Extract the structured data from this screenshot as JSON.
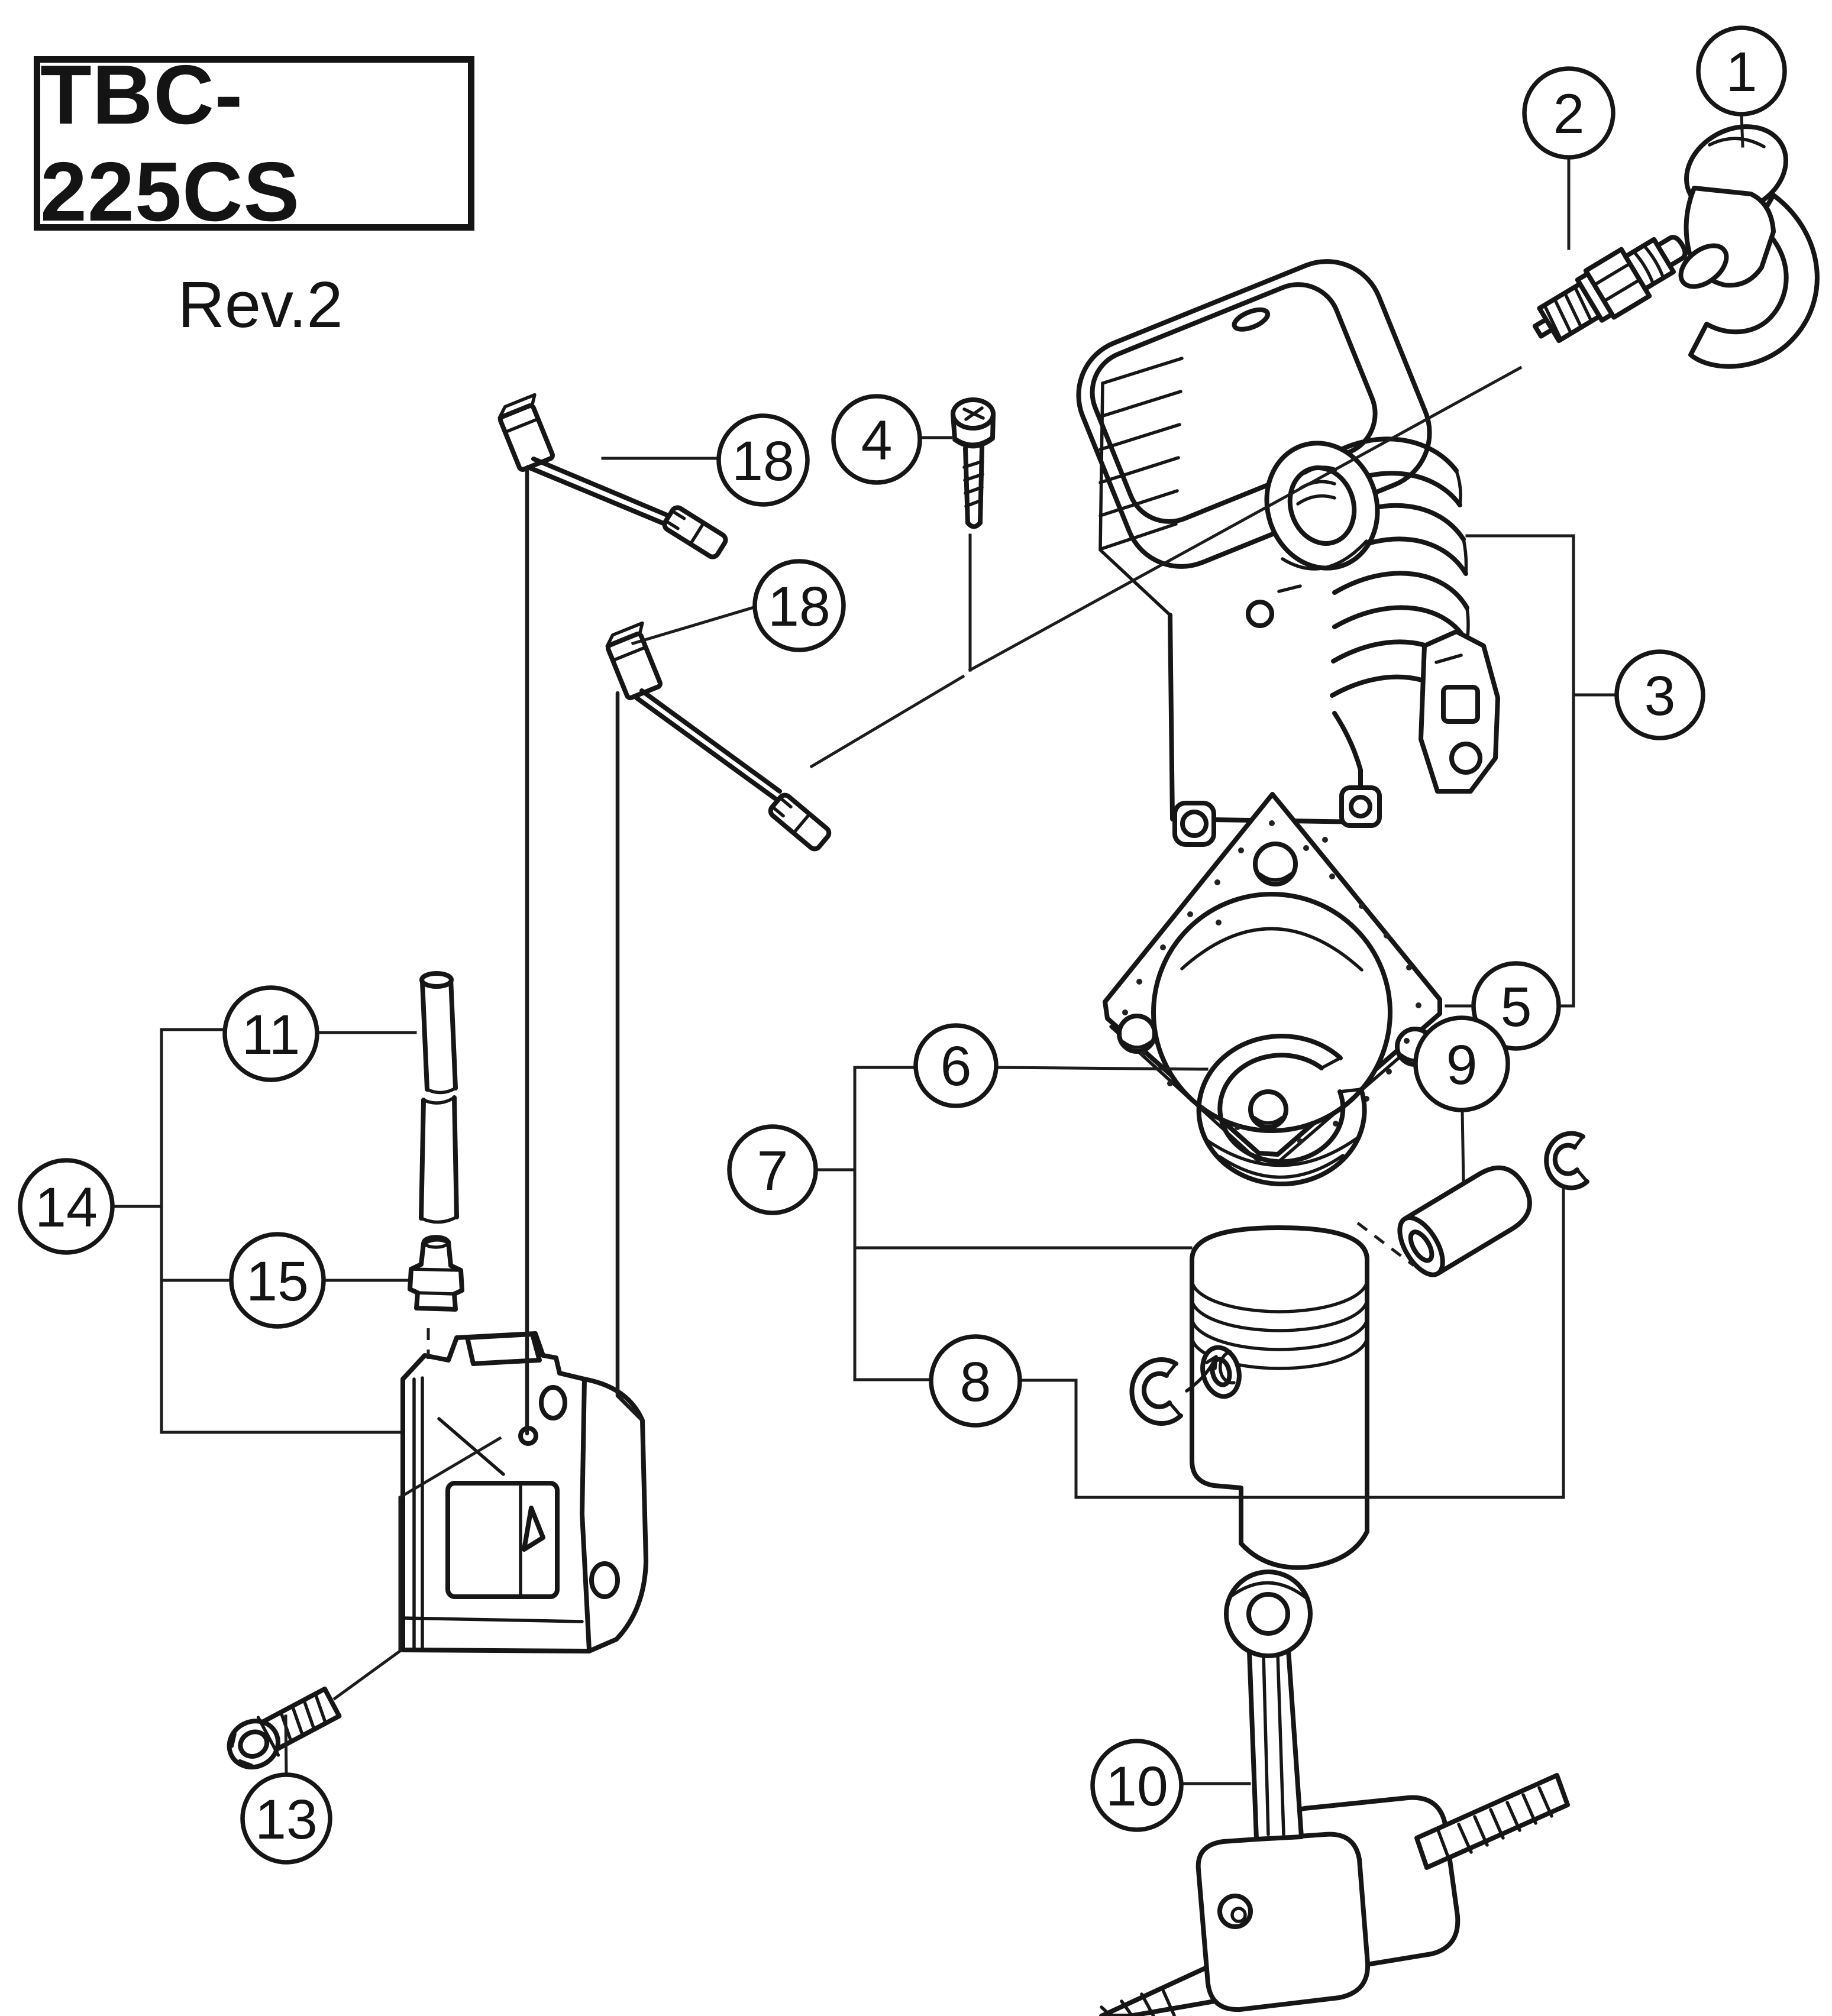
{
  "page": {
    "product_code": "TBC-225CS",
    "revision": "Rev.2",
    "background_color": "#ffffff",
    "line_color": "#161616"
  },
  "diagram": {
    "type": "exploded-parts-diagram",
    "callouts": [
      {
        "label": "1",
        "part": "spark-plug-cap"
      },
      {
        "label": "2",
        "part": "spark-plug"
      },
      {
        "label": "3",
        "part": "cylinder"
      },
      {
        "label": "4",
        "part": "screw"
      },
      {
        "label": "5",
        "part": "cylinder-gasket"
      },
      {
        "label": "6",
        "part": "piston-ring"
      },
      {
        "label": "7",
        "part": "piston-assembly"
      },
      {
        "label": "8",
        "part": "piston-pin-clips"
      },
      {
        "label": "9",
        "part": "piston-pin"
      },
      {
        "label": "10",
        "part": "crankshaft"
      },
      {
        "label": "11",
        "part": "tube"
      },
      {
        "label": "13",
        "part": "bolt"
      },
      {
        "label": "14",
        "part": "ignition-coil-assembly"
      },
      {
        "label": "15",
        "part": "grommet"
      },
      {
        "label": "18",
        "part": "lead-wire-upper"
      },
      {
        "label": "18",
        "part": "lead-wire-lower"
      }
    ]
  }
}
